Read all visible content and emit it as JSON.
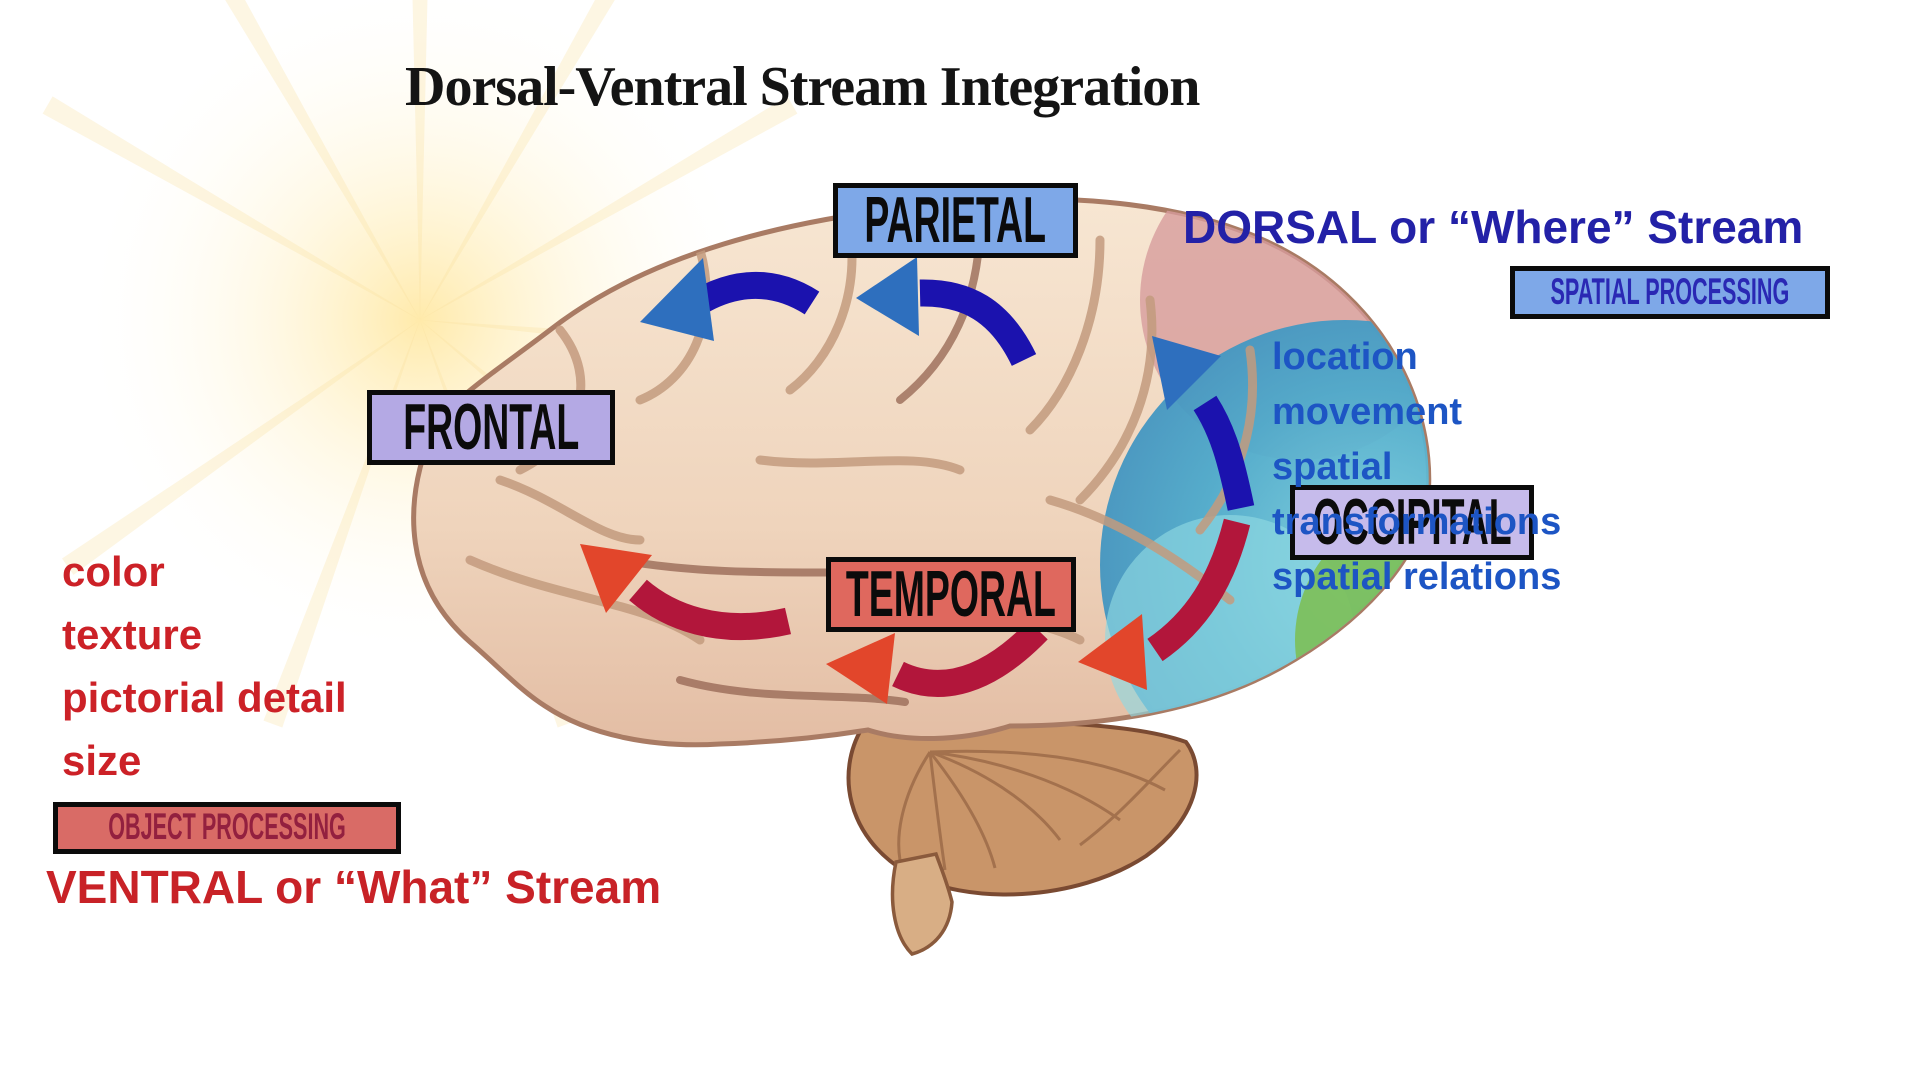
{
  "title": "Dorsal-Ventral Stream Integration",
  "lobes": {
    "parietal": {
      "label": "PARIETAL",
      "fill": "#7ea8e8"
    },
    "frontal": {
      "label": "FRONTAL",
      "fill": "#b4a9e4"
    },
    "occipital": {
      "label": "OCCIPITAL",
      "fill": "#c6bbeb"
    },
    "temporal": {
      "label": "TEMPORAL",
      "fill": "#df685e"
    }
  },
  "dorsal": {
    "heading": "DORSAL or “Where” Stream",
    "heading_color": "#2321a7",
    "badge": "SPATIAL PROCESSING",
    "badge_fill": "#7ea8e8",
    "badge_text_color": "#2a28b4",
    "list_color": "#1d55c4",
    "items": [
      "location",
      "movement",
      "spatial transformations",
      "spatial relations"
    ]
  },
  "ventral": {
    "heading": "VENTRAL or “What” Stream",
    "heading_color": "#c82227",
    "badge": "OBJECT PROCESSING",
    "badge_fill": "#d96b66",
    "badge_text_color": "#93203f",
    "list_color": "#cc2127",
    "items": [
      "color",
      "texture",
      "pictorial detail",
      "size"
    ]
  },
  "arrows": {
    "dorsal_band_color": "#1b12ae",
    "dorsal_head_color": "#2e6fbe",
    "ventral_band_color": "#b2163b",
    "ventral_head_color": "#e2462b"
  }
}
